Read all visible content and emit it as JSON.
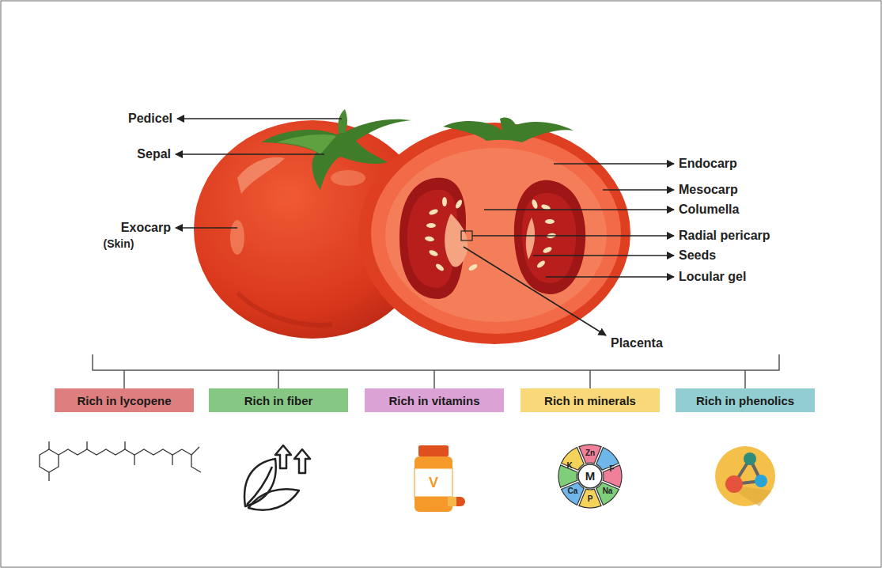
{
  "diagram": {
    "nodes": [
      {
        "text": [
          "Rich in lycopene"
        ]
      },
      {
        "text": [
          "Rich in fiber"
        ]
      },
      {
        "text": [
          "Rich in vitamins"
        ]
      },
      {
        "text": [
          "Rich in minerals"
        ]
      },
      {
        "text": [
          "Rich in phenolics"
        ]
      }
    ],
    "labels": [
      "Pedicel",
      "Sepal",
      "Exocarp",
      "(Skin)",
      "Endocarp",
      "Mesocarp",
      "Columella",
      "Radial pericarp",
      "Seeds",
      "Locular gel",
      "Placenta",
      "V",
      "Zn",
      "F",
      "Na",
      "P",
      "Ca",
      "K",
      "M"
    ]
  }
}
